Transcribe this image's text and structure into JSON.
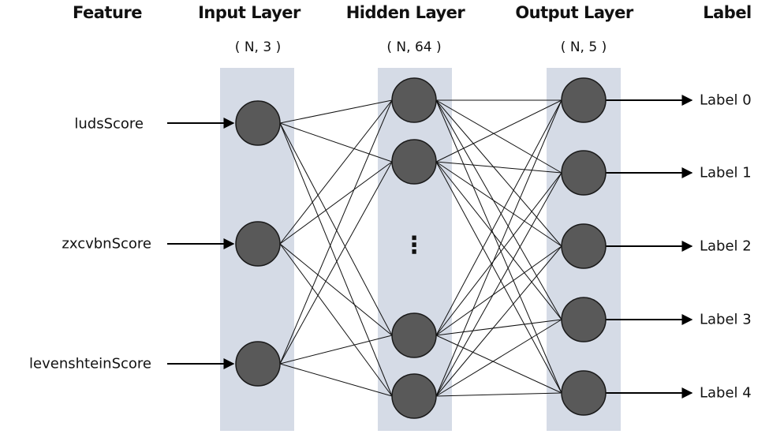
{
  "headers": {
    "feature": "Feature",
    "input": "Input Layer",
    "hidden": "Hidden Layer",
    "output": "Output Layer",
    "label": "Label"
  },
  "shapes": {
    "input": "( N, 3 )",
    "hidden": "( N, 64 )",
    "output": "( N, 5 )"
  },
  "features": [
    "ludsScore",
    "zxcvbnScore",
    "levenshteinScore"
  ],
  "labels": [
    "Label 0",
    "Label 1",
    "Label 2",
    "Label 3",
    "Label 4"
  ],
  "hidden_ellipsis": "⋮",
  "colors": {
    "band": "#d5dbe6",
    "node_fill": "#595959",
    "node_stroke": "#1a1a1a",
    "edge": "#111111"
  }
}
